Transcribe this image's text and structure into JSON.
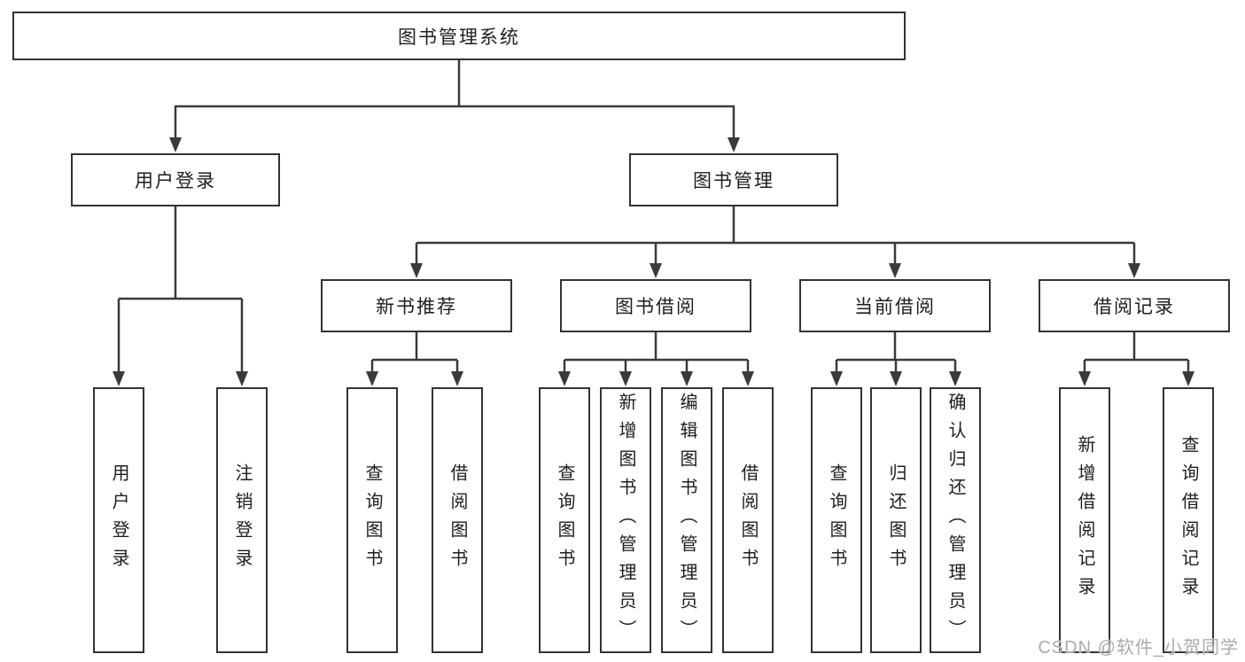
{
  "diagram": {
    "root": {
      "label": "图书管理系统"
    },
    "branches": [
      {
        "label": "用户登录",
        "children": [
          {
            "label": "用户登录"
          },
          {
            "label": "注销登录"
          }
        ]
      },
      {
        "label": "图书管理",
        "children": [
          {
            "label": "新书推荐",
            "children": [
              {
                "label": "查询图书"
              },
              {
                "label": "借阅图书"
              }
            ]
          },
          {
            "label": "图书借阅",
            "children": [
              {
                "label": "查询图书"
              },
              {
                "label": "新增图书（管理员）"
              },
              {
                "label": "编辑图书（管理员）"
              },
              {
                "label": "借阅图书"
              }
            ]
          },
          {
            "label": "当前借阅",
            "children": [
              {
                "label": "查询图书"
              },
              {
                "label": "归还图书"
              },
              {
                "label": "确认归还（管理员）"
              }
            ]
          },
          {
            "label": "借阅记录",
            "children": [
              {
                "label": "新增借阅记录"
              },
              {
                "label": "查询借阅记录"
              }
            ]
          }
        ]
      }
    ]
  },
  "watermark": {
    "text": "CSDN @软件_小贺同学"
  },
  "colors": {
    "line": "#3a3a3a",
    "box_border": "#333333",
    "text": "#1e1e1e",
    "background": "#ffffff",
    "watermark": "#ababab"
  }
}
